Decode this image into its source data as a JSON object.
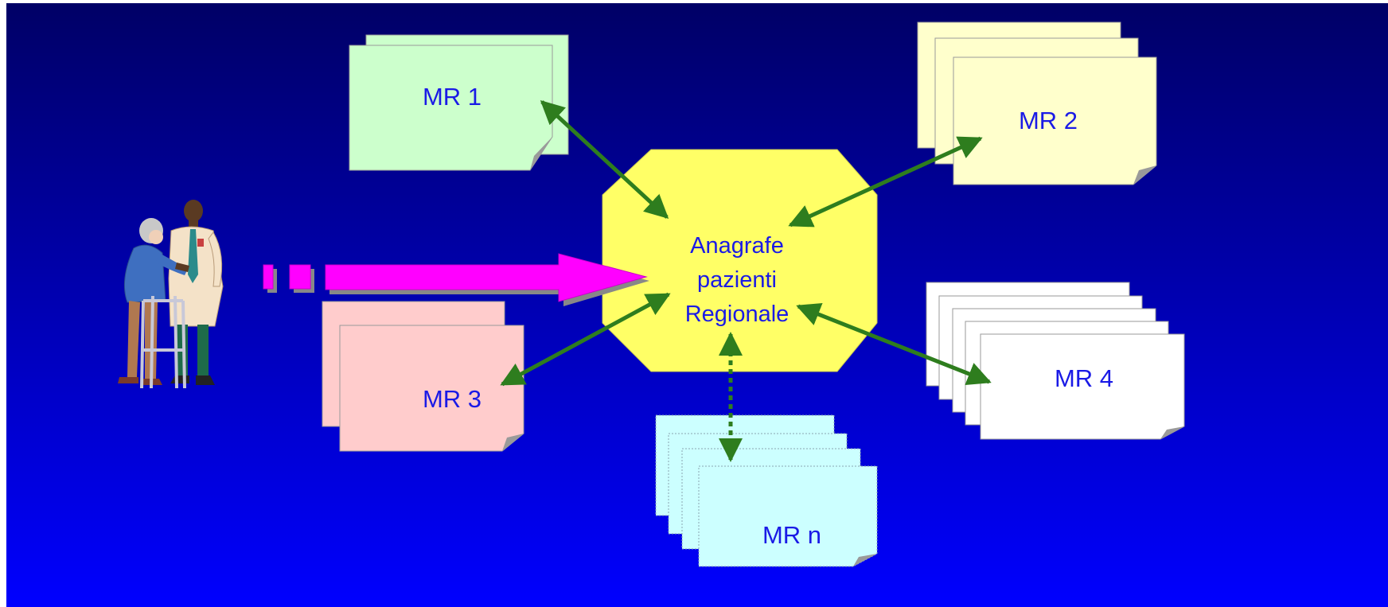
{
  "hub": {
    "lines": [
      "Anagrafe",
      "pazienti",
      "Regionale"
    ],
    "fill": "#ffff66",
    "text_color": "#1a1ae6"
  },
  "nodes": [
    {
      "label": "MR 1",
      "fill": "#ccffcc"
    },
    {
      "label": "MR 2",
      "fill": "#ffffcc"
    },
    {
      "label": "MR 3",
      "fill": "#ffcccc"
    },
    {
      "label": "MR 4",
      "fill": "#ffffff"
    },
    {
      "label": "MR n",
      "fill": "#ccffff"
    }
  ],
  "colors": {
    "background_top": "#000066",
    "background_bottom": "#0000ff",
    "connector": "#2e7d1e",
    "patient_flow_arrow": "#ff00ff",
    "label_text": "#1a1ae6"
  },
  "icons": {
    "people": "doctor-helping-patient-with-walker-icon"
  }
}
